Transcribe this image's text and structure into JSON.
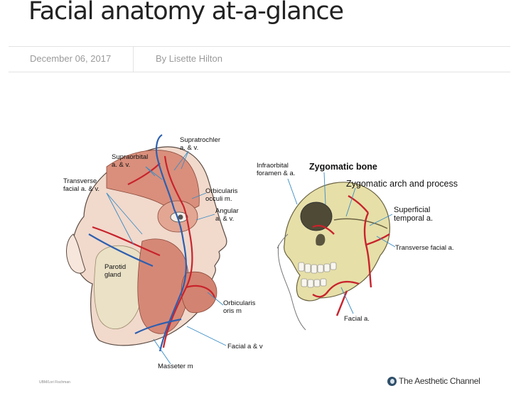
{
  "article": {
    "title": "Facial anatomy at-a-glance",
    "date": "December 06, 2017",
    "author": "By Lisette Hilton"
  },
  "figure": {
    "left_labels": {
      "supratrochler": [
        "Supratrochler",
        "a. & v."
      ],
      "supraorbital": [
        "Supraorbital",
        "a. & v."
      ],
      "transverse_facial": [
        "Transverse",
        "facial a. & v."
      ],
      "orbicularis_occuli": [
        "Orbicularis",
        "occuli m."
      ],
      "angular": [
        "Angular",
        "a. & v."
      ],
      "parotid": [
        "Parotid",
        "gland"
      ],
      "orbicularis_oris": [
        "Orbicularis",
        "oris m"
      ],
      "facial_av": "Facial a & v",
      "masseter": "Masseter m"
    },
    "right_labels": {
      "infraorbital": [
        "Infraorbital",
        "foramen & a."
      ],
      "zygomatic_bone": "Zygomatic bone",
      "zygomatic_arch": "Zygomatic arch and process",
      "superficial_temporal": [
        "Superficial",
        "temporal a."
      ],
      "transverse_facial": "Transverse facial a.",
      "facial_a": "Facial a."
    },
    "credit": "UBM/Lori Fischman",
    "brand": "The Aesthetic Channel"
  },
  "colors": {
    "artery": "#c8232c",
    "vein": "#2d5fb0",
    "muscle": "#d9907e",
    "bone": "#e6dfa8",
    "label_line": "#3a8cc4"
  }
}
